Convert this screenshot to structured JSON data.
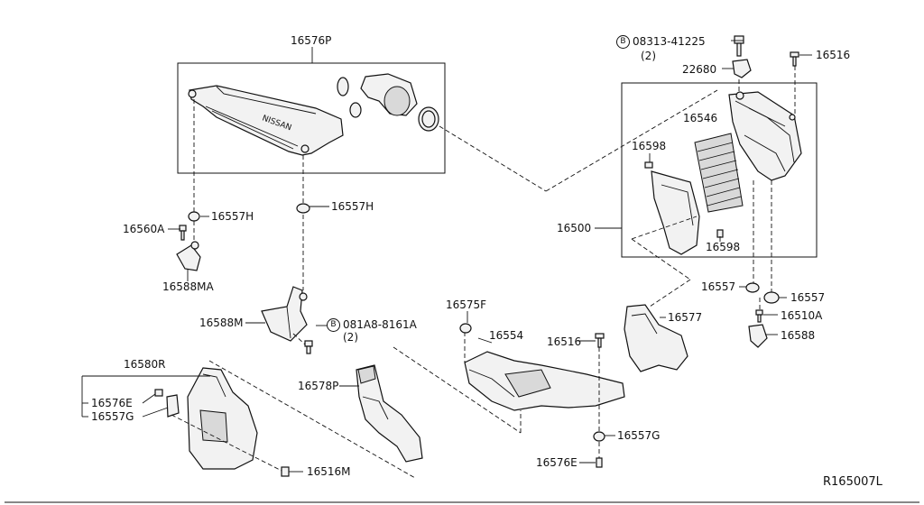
{
  "diagram": {
    "labels": {
      "p16576P": "16576P",
      "p08313_41225": "08313-41225",
      "p08313_qty": "(2)",
      "p16516_top": "16516",
      "p22680": "22680",
      "p16546": "16546",
      "p16598_a": "16598",
      "p16598_b": "16598",
      "p16500": "16500",
      "p16557H_a": "16557H",
      "p16557H_b": "16557H",
      "p16560A": "16560A",
      "p16588MA": "16588MA",
      "p16588M": "16588M",
      "p081A8_8161A": "081A8-8161A",
      "p081A8_qty": "(2)",
      "p16575F": "16575F",
      "p16554": "16554",
      "p16516_mid": "16516",
      "p16577": "16577",
      "p16557_a": "16557",
      "p16557_b": "16557",
      "p16510A": "16510A",
      "p16588": "16588",
      "p16580R": "16580R",
      "p16576E_a": "16576E",
      "p16557G_a": "16557G",
      "p16578P": "16578P",
      "p16516M": "16516M",
      "p16557G_b": "16557G",
      "p16576E_b": "16576E",
      "code": "R165007L",
      "bolt_symbol": "B"
    }
  }
}
